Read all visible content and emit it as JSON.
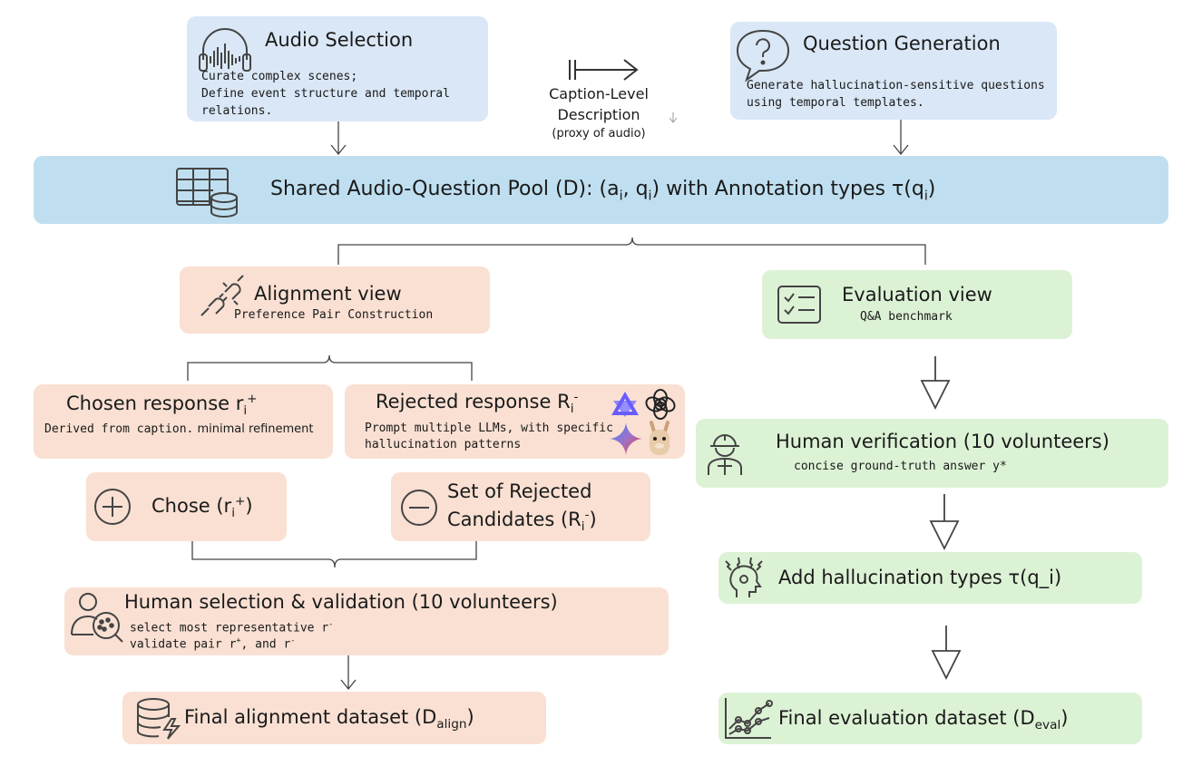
{
  "audio_selection": {
    "title": "Audio Selection",
    "line1": "Curate complex scenes;",
    "line2": "Define event structure and temporal",
    "line3": "relations."
  },
  "caption": {
    "line1": "Caption-Level",
    "line2": "Description",
    "line3": "(proxy of audio)"
  },
  "question_generation": {
    "title": "Question Generation",
    "line1": "Generate hallucination-sensitive questions",
    "line2": "using temporal templates."
  },
  "pool": {
    "prefix": "Shared Audio-Question Pool (D): (a",
    "sub1": "i",
    "mid1": ", q",
    "sub2": "i",
    "mid2": ") with Annotation types τ(q",
    "sub3": "i",
    "end": ")"
  },
  "alignment_view": {
    "title": "Alignment view",
    "subtitle": "Preference Pair Construction"
  },
  "evaluation_view": {
    "title": "Evaluation view",
    "subtitle": "Q&A benchmark"
  },
  "chosen_response": {
    "title": "Chosen response r",
    "sub": "i",
    "sup": "+",
    "desc_a": "Derived from caption.",
    "desc_b": " minimal refinement"
  },
  "rejected_response": {
    "title": "Rejected response R",
    "sub": "i",
    "sup": "-",
    "line1": "Prompt multiple LLMs, with specific",
    "line2": "hallucination patterns"
  },
  "chose": {
    "prefix": "Chose (r",
    "sub": "i",
    "sup": "+",
    "end": ")"
  },
  "rejected_set": {
    "line1": "Set of Rejected",
    "line2a": "Candidates (R",
    "sub": "i",
    "sup": "-",
    "line2b": ")"
  },
  "human_selection": {
    "title": "Human selection & validation (10 volunteers)",
    "line1": "select most representative r",
    "line1_sup": "-",
    "line2a": "validate pair r",
    "line2_sup1": "+",
    "line2b": ", and r",
    "line2_sup2": "-"
  },
  "final_alignment": {
    "text": "Final alignment dataset (D",
    "sub": "align",
    "end": ")"
  },
  "human_verification": {
    "title": "Human verification (10 volunteers)",
    "subtitle": "concise ground-truth answer y*"
  },
  "hallucination_types": {
    "title": "Add hallucination types τ(q_i)"
  },
  "final_evaluation": {
    "text": "Final evaluation dataset (D",
    "sub": "eval",
    "end": ")"
  },
  "icons": {
    "audio": "headphones-waveform-icon",
    "caption_arrow": "long-arrow-icon",
    "question": "speech-bubble-question-icon",
    "pool": "table-database-icon",
    "alignment": "plug-icon",
    "evaluation": "checklist-icon",
    "llms": [
      "model-logo-a-icon",
      "chatgpt-icon",
      "gemini-sparkle-icon",
      "llama-icon"
    ],
    "chose": "plus-circle-icon",
    "rejected": "minus-circle-icon",
    "human_selection": "person-search-icon",
    "final_alignment": "database-bolt-icon",
    "human_verification": "worker-icon",
    "hallucination": "head-thinking-icon",
    "final_evaluation": "line-chart-icon"
  },
  "colors": {
    "blue": "#d9e7f6",
    "pool": "#bfdff0",
    "peach": "#f9e0d3",
    "green": "#dcf2d5"
  }
}
